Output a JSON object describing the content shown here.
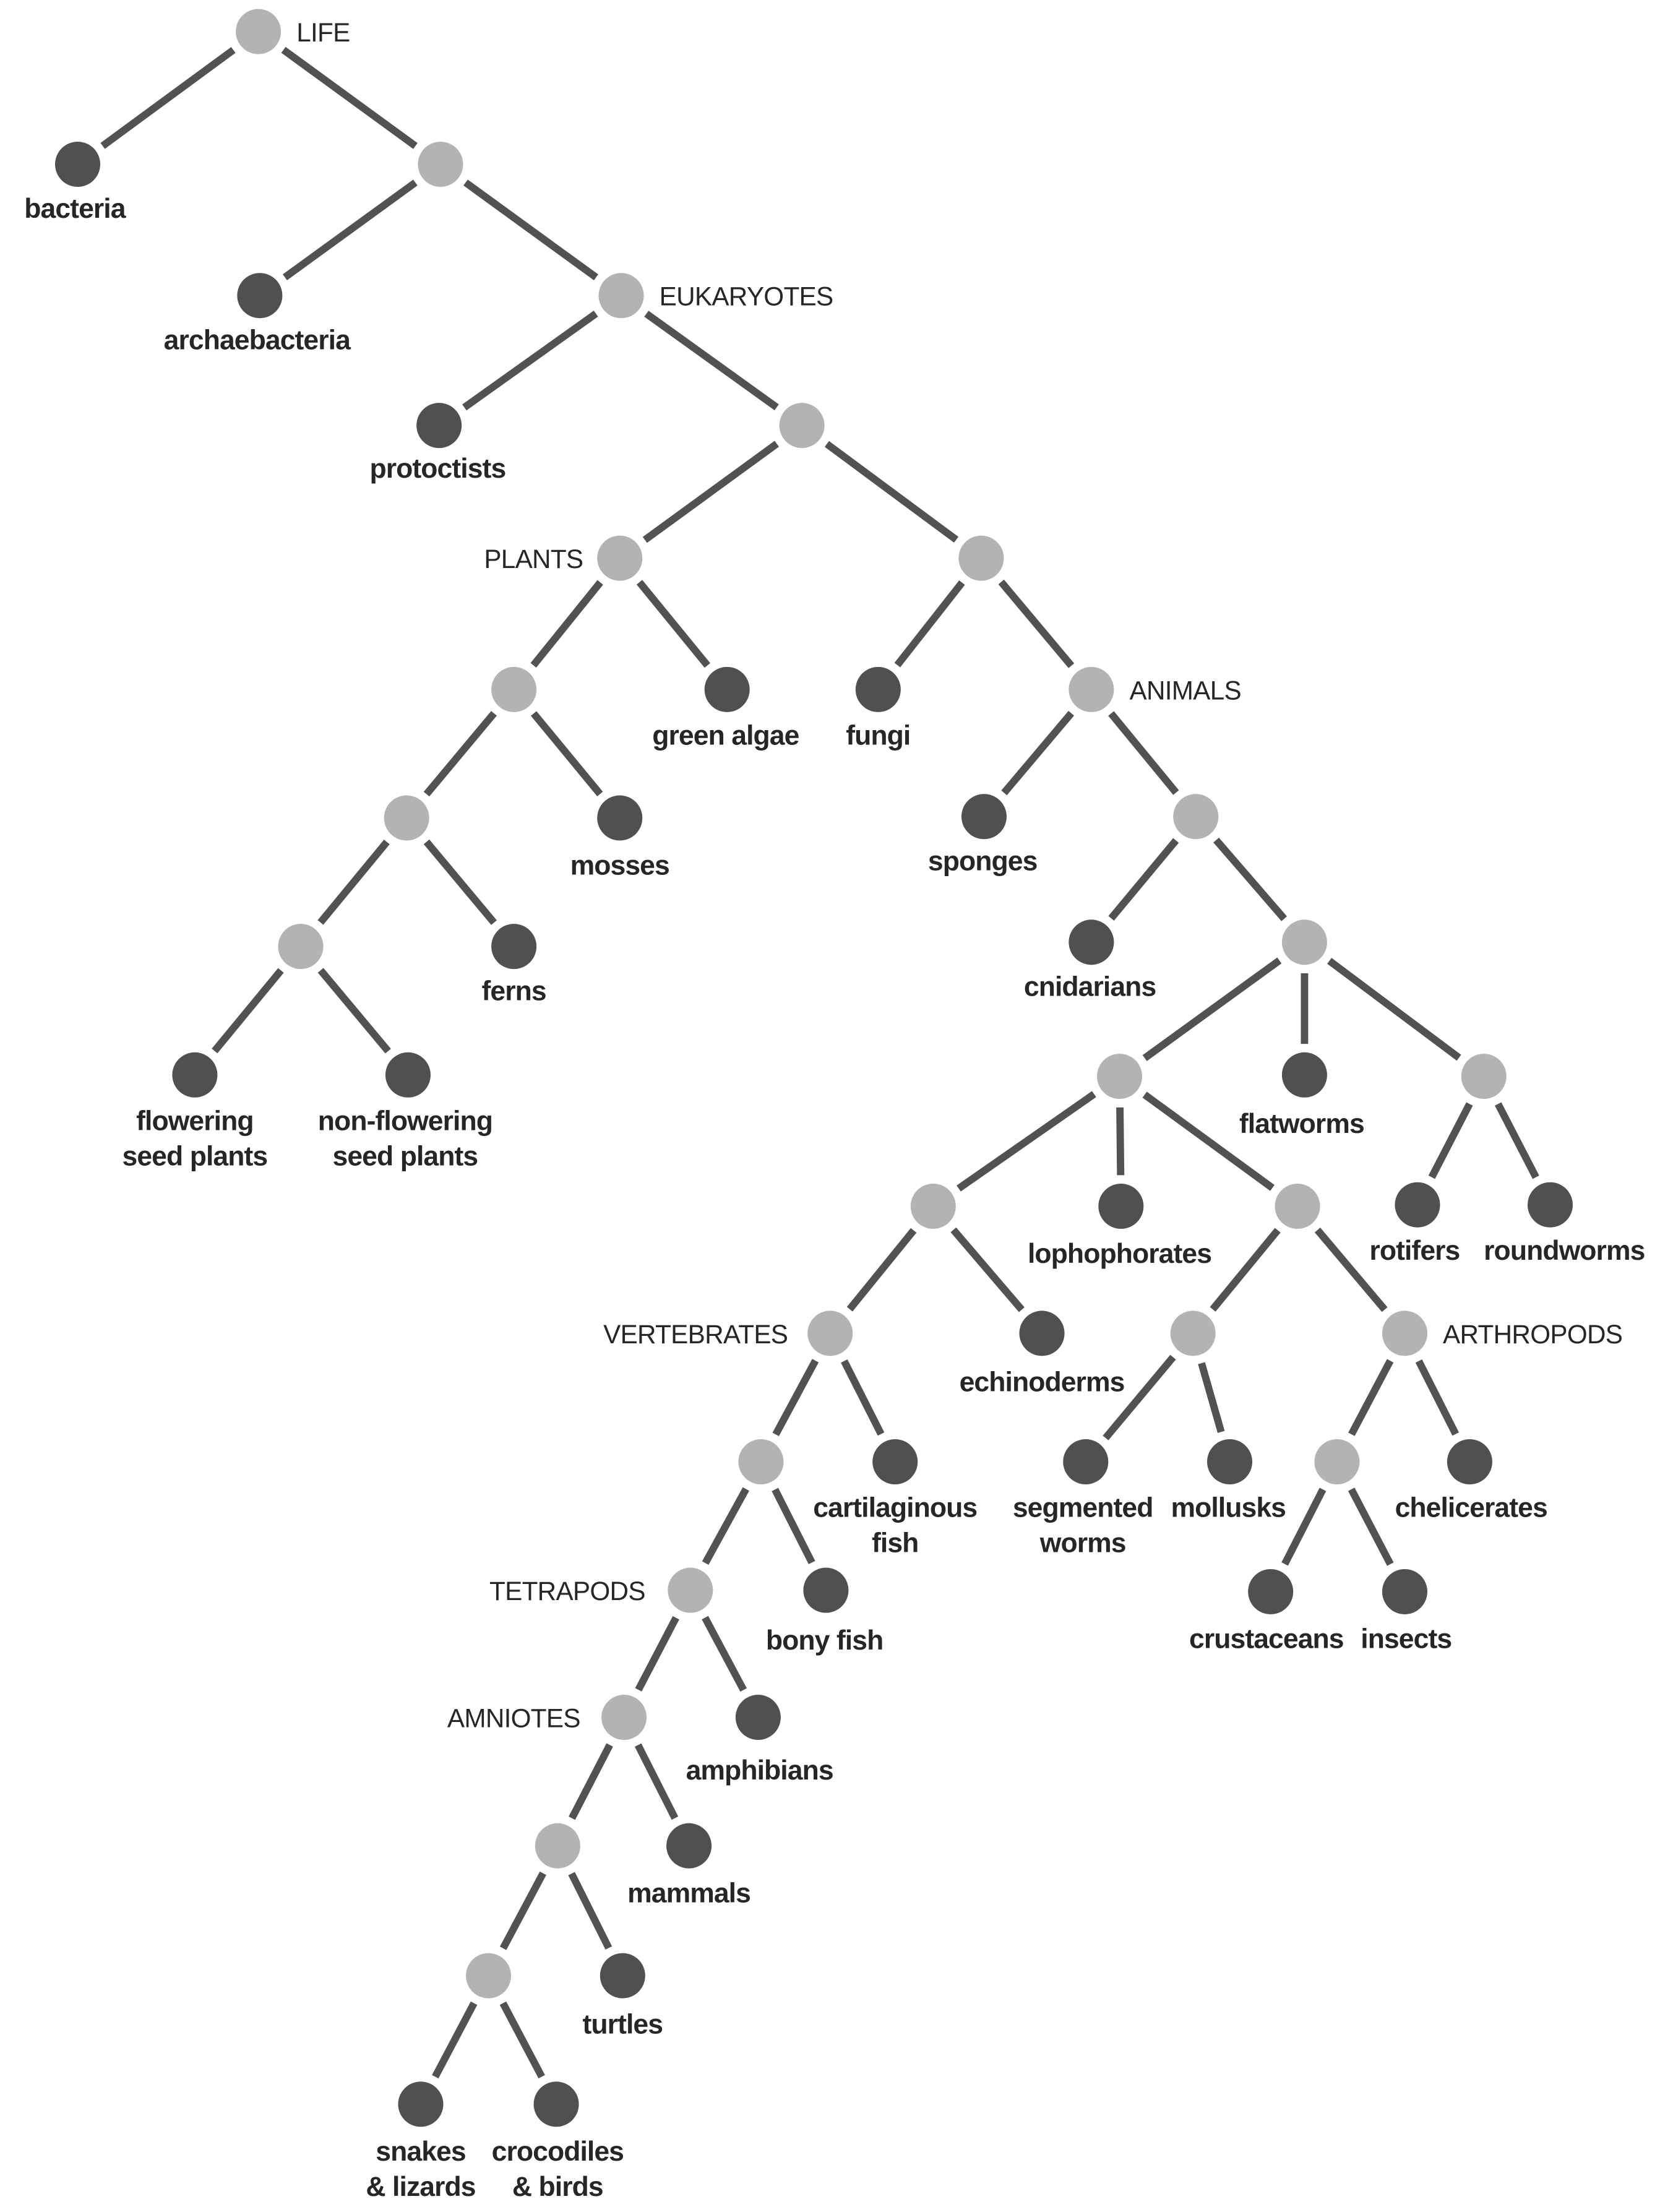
{
  "title": "Tree of life",
  "colors": {
    "clade_node": "#b3b3b3",
    "leaf_node": "#505050",
    "edge": "#525252",
    "text": "#262626"
  },
  "nodes": [
    {
      "id": "n0",
      "label": [
        "LIFE"
      ],
      "parent": null,
      "type": "clade"
    },
    {
      "id": "bacteria",
      "label": [
        "bacteria"
      ],
      "parent": "n0",
      "type": "leaf"
    },
    {
      "id": "n1",
      "label": [],
      "parent": "n0",
      "type": "clade"
    },
    {
      "id": "archaebacteria",
      "label": [
        "archaebacteria"
      ],
      "parent": "n1",
      "type": "leaf"
    },
    {
      "id": "n2",
      "label": [
        "EUKARYOTES"
      ],
      "parent": "n1",
      "type": "clade"
    },
    {
      "id": "protoctists",
      "label": [
        "protoctists"
      ],
      "parent": "n2",
      "type": "leaf"
    },
    {
      "id": "n3",
      "label": [],
      "parent": "n2",
      "type": "clade"
    },
    {
      "id": "n4",
      "label": [
        "PLANTS"
      ],
      "parent": "n3",
      "type": "clade"
    },
    {
      "id": "n5",
      "label": [],
      "parent": "n3",
      "type": "clade"
    },
    {
      "id": "n6",
      "label": [],
      "parent": "n4",
      "type": "clade"
    },
    {
      "id": "green-algae",
      "label": [
        "green algae"
      ],
      "parent": "n4",
      "type": "leaf"
    },
    {
      "id": "fungi",
      "label": [
        "fungi"
      ],
      "parent": "n5",
      "type": "leaf"
    },
    {
      "id": "n7",
      "label": [
        "ANIMALS"
      ],
      "parent": "n5",
      "type": "clade"
    },
    {
      "id": "n8",
      "label": [],
      "parent": "n6",
      "type": "clade"
    },
    {
      "id": "mosses",
      "label": [
        "mosses"
      ],
      "parent": "n6",
      "type": "leaf"
    },
    {
      "id": "sponges",
      "label": [
        "sponges"
      ],
      "parent": "n7",
      "type": "leaf"
    },
    {
      "id": "n9",
      "label": [],
      "parent": "n7",
      "type": "clade"
    },
    {
      "id": "n10",
      "label": [],
      "parent": "n8",
      "type": "clade"
    },
    {
      "id": "ferns",
      "label": [
        "ferns"
      ],
      "parent": "n8",
      "type": "leaf"
    },
    {
      "id": "cnidarians",
      "label": [
        "cnidarians"
      ],
      "parent": "n9",
      "type": "leaf"
    },
    {
      "id": "n11",
      "label": [],
      "parent": "n9",
      "type": "clade"
    },
    {
      "id": "flowering",
      "label": [
        "flowering",
        "seed plants"
      ],
      "parent": "n10",
      "type": "leaf"
    },
    {
      "id": "non-flowering",
      "label": [
        "non-flowering",
        "seed plants"
      ],
      "parent": "n10",
      "type": "leaf"
    },
    {
      "id": "n12",
      "label": [],
      "parent": "n11",
      "type": "clade"
    },
    {
      "id": "flatworms",
      "label": [
        "flatworms"
      ],
      "parent": "n11",
      "type": "leaf"
    },
    {
      "id": "n13",
      "label": [],
      "parent": "n11",
      "type": "clade"
    },
    {
      "id": "n14",
      "label": [],
      "parent": "n12",
      "type": "clade"
    },
    {
      "id": "lophophorates",
      "label": [
        "lophophorates"
      ],
      "parent": "n12",
      "type": "leaf"
    },
    {
      "id": "n15",
      "label": [],
      "parent": "n12",
      "type": "clade"
    },
    {
      "id": "rotifers",
      "label": [
        "rotifers"
      ],
      "parent": "n13",
      "type": "leaf"
    },
    {
      "id": "roundworms",
      "label": [
        "roundworms"
      ],
      "parent": "n13",
      "type": "leaf"
    },
    {
      "id": "n16",
      "label": [
        "VERTEBRATES"
      ],
      "parent": "n14",
      "type": "clade"
    },
    {
      "id": "echinoderms",
      "label": [
        "echinoderms"
      ],
      "parent": "n14",
      "type": "leaf"
    },
    {
      "id": "n17",
      "label": [],
      "parent": "n15",
      "type": "clade"
    },
    {
      "id": "n18",
      "label": [
        "ARTHROPODS"
      ],
      "parent": "n15",
      "type": "clade"
    },
    {
      "id": "n19",
      "label": [],
      "parent": "n16",
      "type": "clade"
    },
    {
      "id": "cartilaginous-fish",
      "label": [
        "cartilaginous",
        "fish"
      ],
      "parent": "n16",
      "type": "leaf"
    },
    {
      "id": "segmented-worms",
      "label": [
        "segmented",
        "worms"
      ],
      "parent": "n17",
      "type": "leaf"
    },
    {
      "id": "mollusks",
      "label": [
        "mollusks"
      ],
      "parent": "n17",
      "type": "leaf"
    },
    {
      "id": "n20",
      "label": [],
      "parent": "n18",
      "type": "clade"
    },
    {
      "id": "chelicerates",
      "label": [
        "chelicerates"
      ],
      "parent": "n18",
      "type": "leaf"
    },
    {
      "id": "n21",
      "label": [
        "TETRAPODS"
      ],
      "parent": "n19",
      "type": "clade"
    },
    {
      "id": "bony-fish",
      "label": [
        "bony fish"
      ],
      "parent": "n19",
      "type": "leaf"
    },
    {
      "id": "crustaceans",
      "label": [
        "crustaceans"
      ],
      "parent": "n20",
      "type": "leaf"
    },
    {
      "id": "insects",
      "label": [
        "insects"
      ],
      "parent": "n20",
      "type": "leaf"
    },
    {
      "id": "n22",
      "label": [
        "AMNIOTES"
      ],
      "parent": "n21",
      "type": "clade"
    },
    {
      "id": "amphibians",
      "label": [
        "amphibians"
      ],
      "parent": "n21",
      "type": "leaf"
    },
    {
      "id": "n23",
      "label": [],
      "parent": "n22",
      "type": "clade"
    },
    {
      "id": "mammals",
      "label": [
        "mammals"
      ],
      "parent": "n22",
      "type": "leaf"
    },
    {
      "id": "n24",
      "label": [],
      "parent": "n23",
      "type": "clade"
    },
    {
      "id": "turtles",
      "label": [
        "turtles"
      ],
      "parent": "n23",
      "type": "leaf"
    },
    {
      "id": "snakes-lizards",
      "label": [
        "snakes",
        "& lizards"
      ],
      "parent": "n24",
      "type": "leaf"
    },
    {
      "id": "crocodiles-birds",
      "label": [
        "crocodiles",
        "& birds"
      ],
      "parent": "n24",
      "type": "leaf"
    }
  ]
}
